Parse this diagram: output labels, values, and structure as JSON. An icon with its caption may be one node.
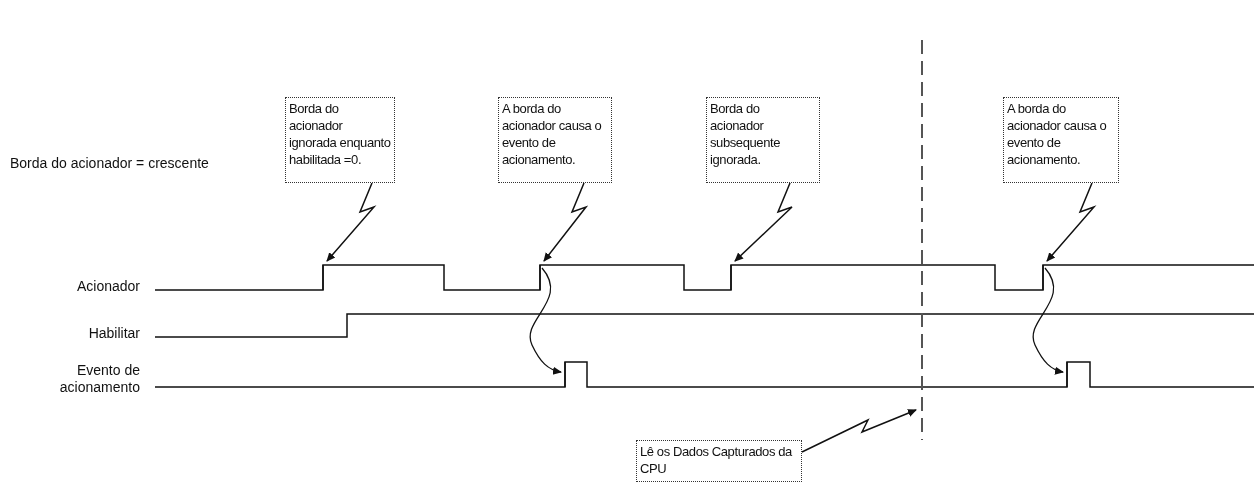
{
  "diagram": {
    "nodes": [
      {
        "text": [
          "Borda do acionador ignorada enquanto habilitada =0."
        ]
      },
      {
        "text": [
          "A borda do acionador causa o evento de acionamento."
        ]
      },
      {
        "text": [
          "Borda do acionador subsequente ignorada."
        ]
      },
      {
        "text": [
          "A borda do acionador causa o evento de acionamento."
        ]
      },
      {
        "text": [
          "Lê os Dados Capturados da CPU"
        ]
      },
      {
        "text": [],
        "shape": "line"
      },
      {
        "text": [],
        "shape": "line"
      },
      {
        "text": [],
        "shape": "line"
      },
      {
        "text": [],
        "shape": "line"
      },
      {
        "text": [],
        "shape": "line"
      },
      {
        "text": [],
        "shape": "line"
      },
      {
        "text": [],
        "shape": "line"
      }
    ],
    "edges": [
      {
        "from": 0,
        "to": 5,
        "arrow": "to"
      },
      {
        "from": 1,
        "to": 6,
        "arrow": "to"
      },
      {
        "from": 2,
        "to": 8,
        "arrow": "to"
      },
      {
        "from": 3,
        "to": 10,
        "arrow": "to"
      },
      {
        "from": 4,
        "to": 9,
        "arrow": "to"
      },
      {
        "from": 6,
        "to": 7,
        "arrow": "to"
      },
      {
        "from": 10,
        "to": 11,
        "arrow": "to"
      }
    ],
    "labels": [
      "Borda do acionador = crescente",
      "Acionador",
      "Habilitar",
      "Evento de acionamento"
    ]
  }
}
